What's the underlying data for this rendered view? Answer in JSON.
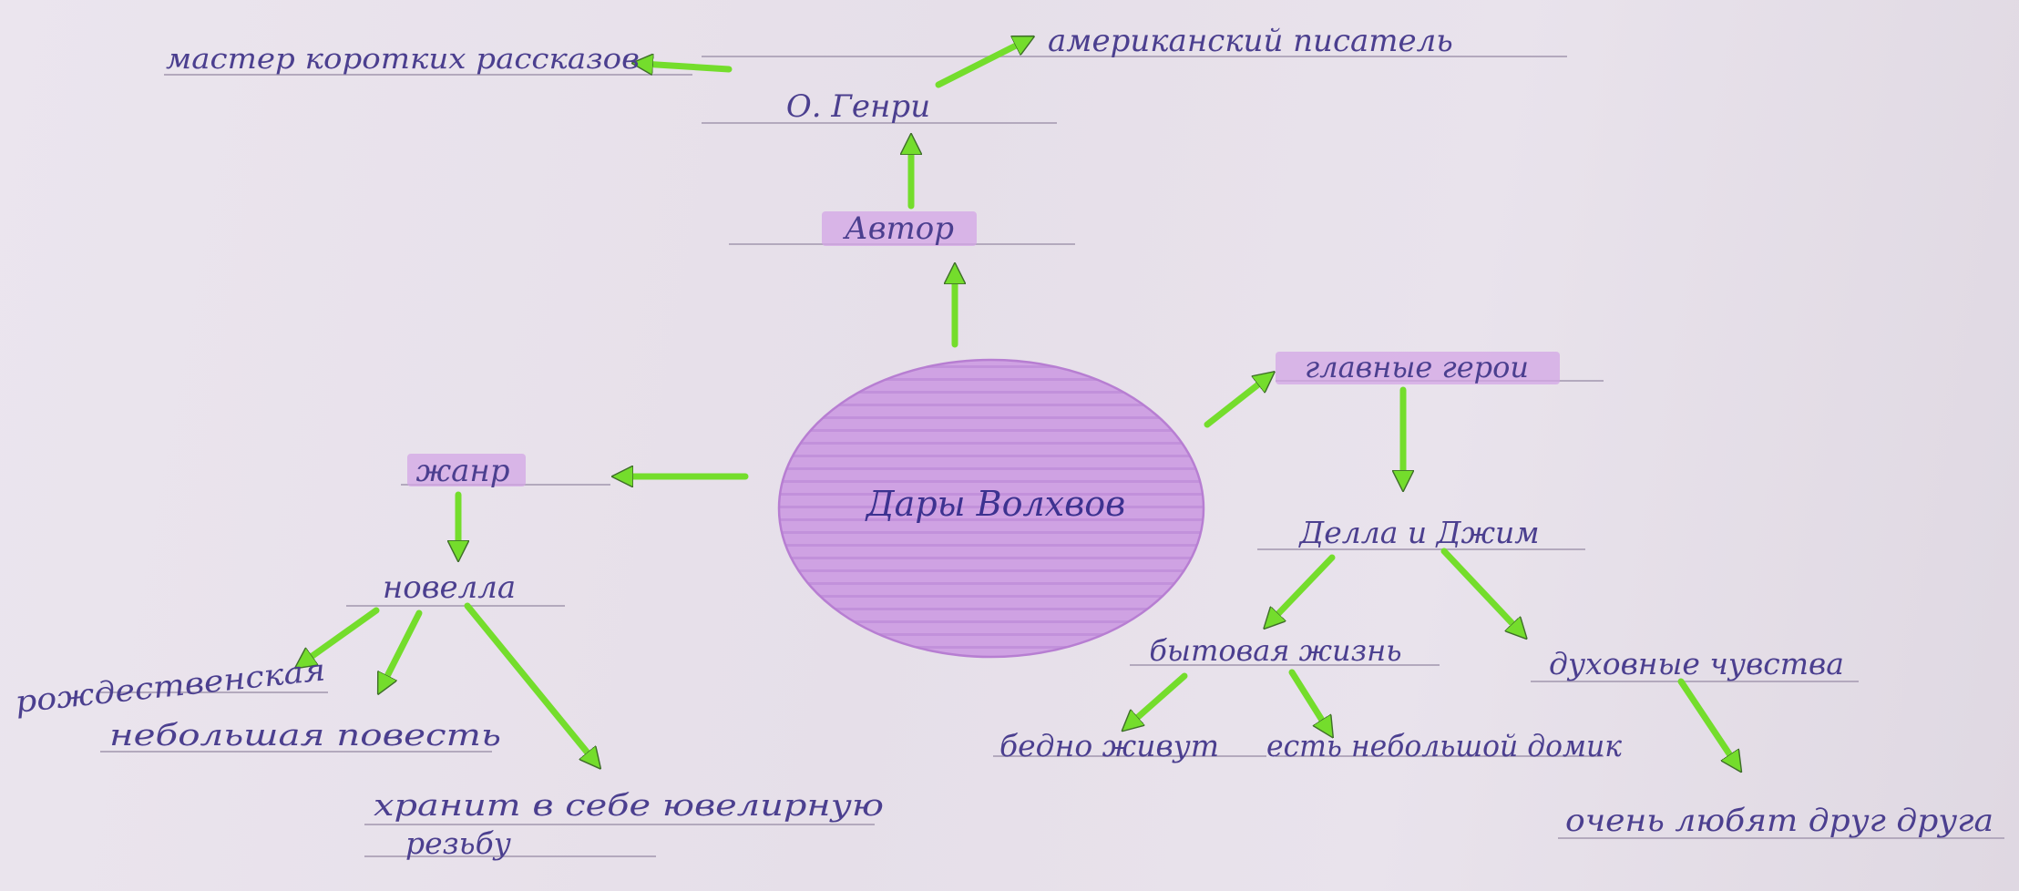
{
  "center": {
    "label": "Дары Волхвов"
  },
  "nodes": {
    "author_header": "Автор",
    "author_name": "О. Генри",
    "author_desc": "американский писатель",
    "author_master": "мастер коротких рассказов",
    "genre_header": "жанр",
    "genre_value": "новелла",
    "genre_christmas": "рождественская",
    "genre_small": "небольшая повесть",
    "genre_carving_1": "хранит в себе ювелирную",
    "genre_carving_2": "резьбу",
    "heroes_header": "главные герои",
    "heroes_names": "Делла и Джим",
    "heroes_everyday": "бытовая жизнь",
    "heroes_poor": "бедно живут",
    "heroes_house": "есть небольшой домик",
    "heroes_spiritual": "духовные чувства",
    "heroes_love": "очень любят друг друга"
  },
  "colors": {
    "arrow": "#74dd2c",
    "ink": "#4b3f8f",
    "highlight": "#d3a6e6",
    "circle": "#c99be0"
  }
}
